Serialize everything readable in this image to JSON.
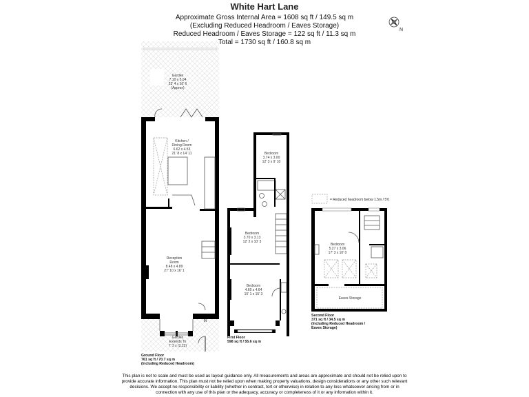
{
  "header": {
    "title": "White Hart Lane",
    "lines": [
      "Approximate Gross Internal Area = 1608 sq ft / 149.5 sq m",
      "(Excluding Reduced Headroom / Eaves Storage)",
      "Reduced Headroom / Eaves Storage = 122 sq ft / 11.3 sq m",
      "Total = 1730 sq ft / 160.8 sq m"
    ],
    "compass_label": "N"
  },
  "legend": {
    "label": "= Reduced headroom below 1.5m / 5'0"
  },
  "ground_floor": {
    "garden_rear": [
      "Garden",
      "7.10 x 5.04",
      "23' 4 x 16' 6",
      "(Approx)"
    ],
    "kitchen": [
      "Kitchen /",
      "Dining Room",
      "6.62 x 4.53",
      "21' 8 x 14' 11"
    ],
    "reception": [
      "Reception",
      "Room",
      "8.48 x 4.89",
      "27' 10 x 16' 1"
    ],
    "garden_front": [
      "Garden",
      "Extends To",
      "7' 3 x (2.22)"
    ],
    "entrance_label": "IN",
    "caption": [
      "Ground Floor",
      "761 sq ft / 70.7 sq m",
      "(Including Reduced Headroom)"
    ]
  },
  "first_floor": {
    "bedroom_rear": [
      "Bedroom",
      "3.74 x 3.00",
      "12' 3 x 9' 10"
    ],
    "bedroom_middle": [
      "Bedroom",
      "3.70 x 3.13",
      "12' 2 x 10' 3"
    ],
    "bedroom_front": [
      "Bedroom",
      "4.60 x 4.64",
      "15' 1 x 15' 3"
    ],
    "caption": [
      "First Floor",
      "598 sq ft / 55.6 sq m"
    ]
  },
  "second_floor": {
    "bedroom": [
      "Bedroom",
      "5.27 x 3.06",
      "17' 3 x 10' 0"
    ],
    "eaves": "Eaves Storage",
    "caption": [
      "Second Floor",
      "371 sq ft / 34.5 sq m",
      "(Including Reduced Headroom /",
      "Eaves Storage)"
    ]
  },
  "disclaimer": [
    "This plan is not to scale and must be used as layout guidance only. All measurements and areas are approximate and should not be relied upon to",
    "provide accurate information. This plan must not be relied upon when making property valuations, design considerations or any other such relevant",
    "decisions. We accept no responsibility or liability (whether in contract, tort or otherwise) in relation to any loss whatsoever arising from or in",
    "connection with any use of this plan or the adequacy, accuracy or completeness of it or any information within it."
  ]
}
